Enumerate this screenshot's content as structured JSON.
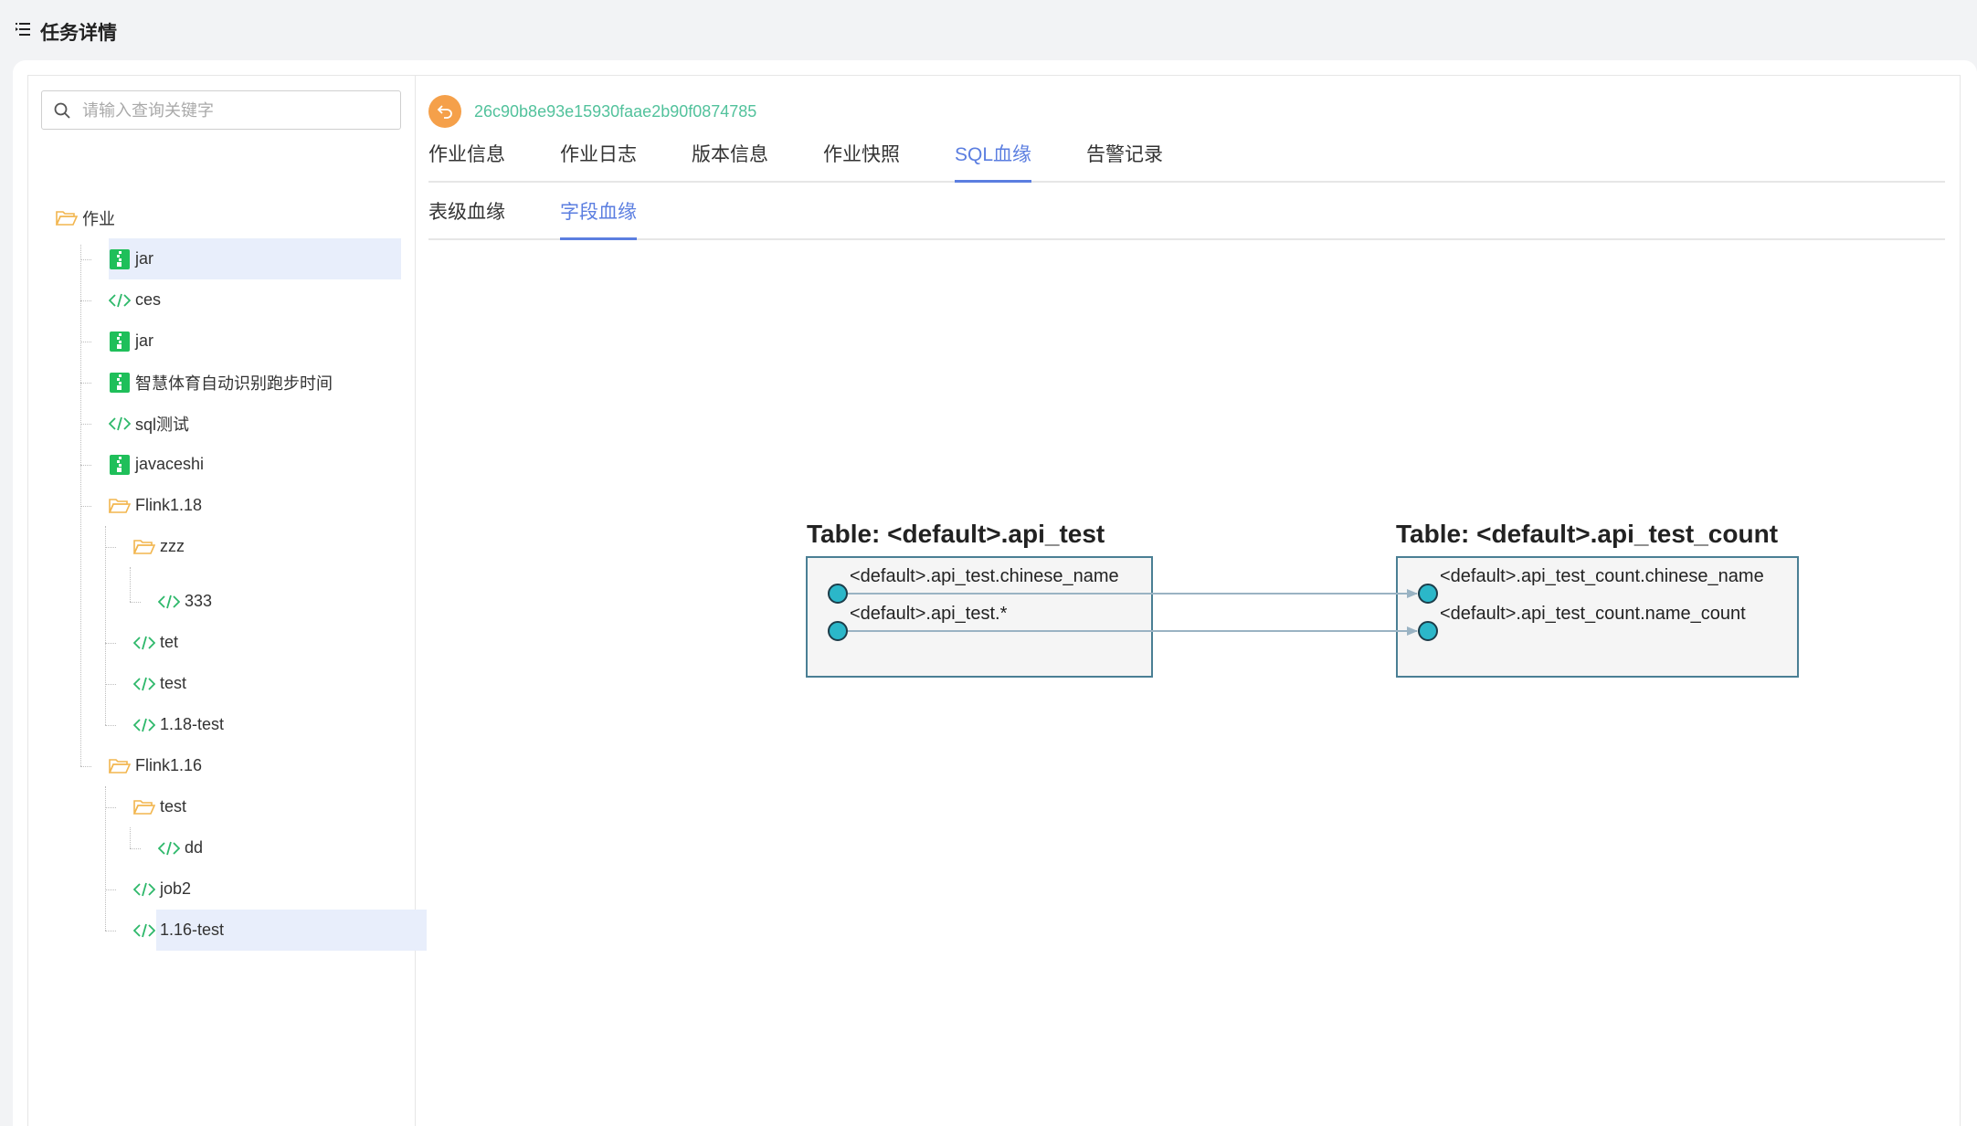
{
  "page": {
    "title": "任务详情"
  },
  "search": {
    "placeholder": "请输入查询关键字"
  },
  "tree": {
    "root": "作业",
    "items": {
      "jar1": "jar",
      "ces": "ces",
      "jar2": "jar",
      "zhihui": "智慧体育自动识别跑步时间",
      "sqltest": "sql测试",
      "javaceshi": "javaceshi",
      "flink118": "Flink1.18",
      "zzz": "zzz",
      "n333": "333",
      "tet": "tet",
      "test": "test",
      "test118": "1.18-test",
      "flink116": "Flink1.16",
      "test116folder": "test",
      "dd": "dd",
      "job2": "job2",
      "test116": "1.16-test"
    }
  },
  "job": {
    "id": "26c90b8e93e15930faae2b90f0874785"
  },
  "tabs": [
    "作业信息",
    "作业日志",
    "版本信息",
    "作业快照",
    "SQL血缘",
    "告警记录"
  ],
  "subtabs": [
    "表级血缘",
    "字段血缘"
  ],
  "lineage": {
    "source": {
      "title": "Table: <default>.api_test",
      "fields": [
        "<default>.api_test.chinese_name",
        "<default>.api_test.*"
      ]
    },
    "target": {
      "title": "Table: <default>.api_test_count",
      "fields": [
        "<default>.api_test_count.chinese_name",
        "<default>.api_test_count.name_count"
      ]
    }
  },
  "colors": {
    "accent": "#5b7ee0",
    "jobId": "#52c29c",
    "back": "#f5a04a",
    "port": "#2bb7c9",
    "tableBorder": "#4a7f94",
    "folder": "#f2b64f",
    "jarIcon": "#1fbf5a",
    "sqlIcon": "#2db86a"
  }
}
